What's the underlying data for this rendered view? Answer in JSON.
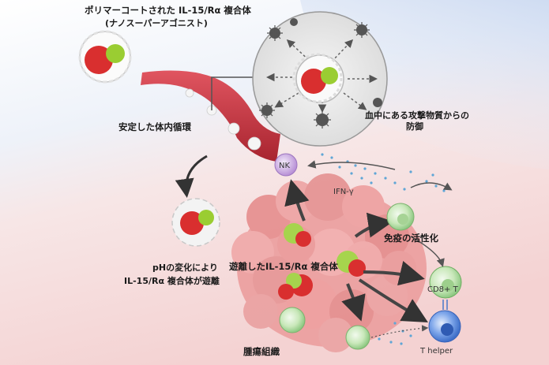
{
  "labels": {
    "title_line1": "ポリマーコートされた IL-15/Rα 複合体",
    "title_line2": "(ナノスーパーアゴニスト)",
    "stable_circulation": "安定した体内循環",
    "defense_line1": "血中にある攻撃物質からの",
    "defense_line2": "防御",
    "nk": "NK",
    "ifn_gamma": "IFN-γ",
    "immune_activation": "免疫の活性化",
    "released_complex": "遊離したIL-15/Rα 複合体",
    "ph_line1": "pHの変化により",
    "ph_line2": "IL-15/Rα 複合体が遊離",
    "cd8": "CD8+ T",
    "t_helper": "T helper",
    "tumor_tissue": "腫瘍組織"
  },
  "colors": {
    "top_bg": "#e4ecf7",
    "bottom_bg": "#f7dcdc",
    "vessel": "#c8353f",
    "complex_red": "#d92f2f",
    "complex_green": "#9acd32",
    "nk_cell": "#c9a6df",
    "tcell_green": "#bfe3b0",
    "thelper_blue": "#5b8fe0",
    "tumor": "#e99a9a"
  }
}
